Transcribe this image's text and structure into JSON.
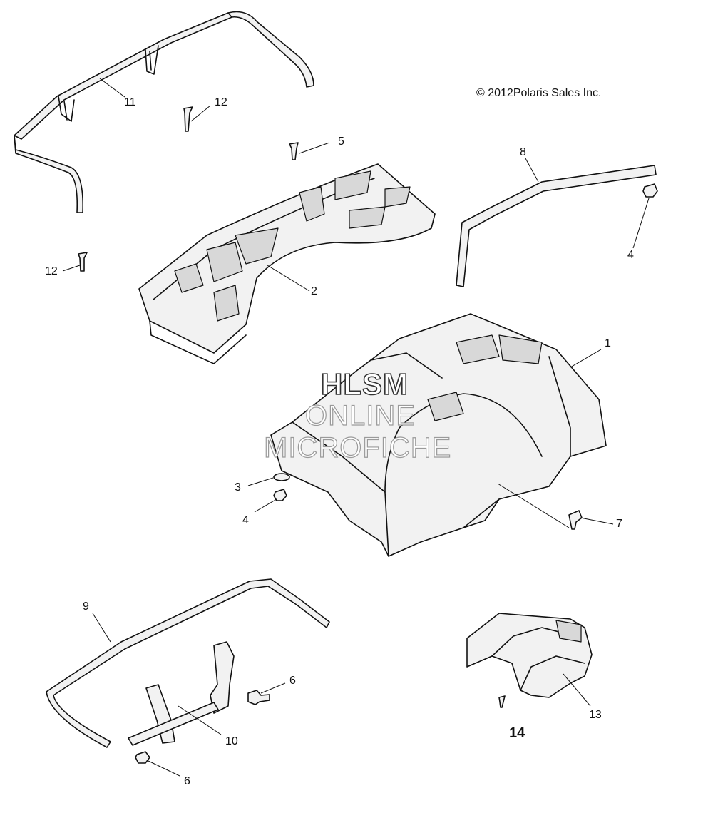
{
  "copyright": "© 2012Polaris Sales Inc.",
  "watermark": [
    "HLSM",
    "ONLINE",
    "MICROFICHE"
  ],
  "callouts": {
    "p1": "1",
    "p2": "2",
    "p3": "3",
    "p4a": "4",
    "p4b": "4",
    "p5": "5",
    "p6a": "6",
    "p6b": "6",
    "p7": "7",
    "p8": "8",
    "p9": "9",
    "p10": "10",
    "p11": "11",
    "p12a": "12",
    "p12b": "12",
    "p13": "13",
    "p14": "14"
  }
}
